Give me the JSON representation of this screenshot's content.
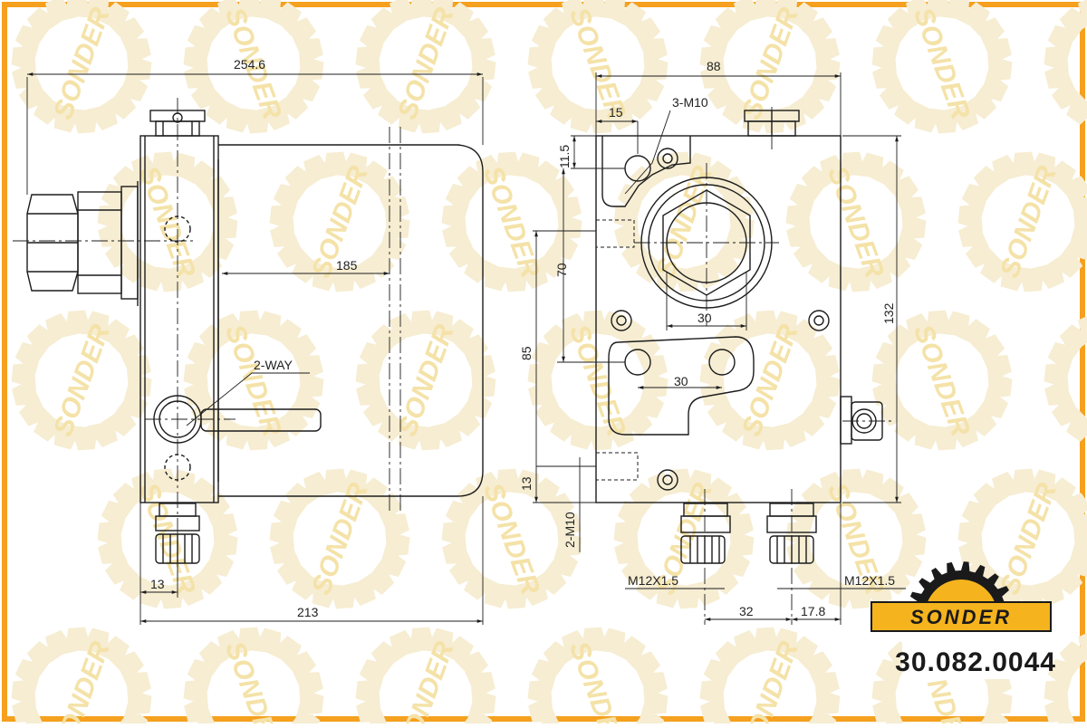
{
  "colors": {
    "frame": "#f5a01e",
    "line": "#1c1c1c",
    "watermark_gear": "#f6edd2",
    "watermark_text": "#f4e2a8",
    "logo_fill": "#f5b41e",
    "logo_text": "#1a1a1a"
  },
  "watermark": {
    "text": "SONDER"
  },
  "logo": {
    "text": "SONDER",
    "icon": "gear-icon"
  },
  "part_number": "30.082.0044",
  "left_view": {
    "dims": {
      "overall_length": "254.6",
      "body_length": "185",
      "base_width": "213",
      "offset": "13"
    },
    "labels": {
      "valve": "2-WAY"
    }
  },
  "right_view": {
    "dims": {
      "width": "88",
      "top_offset": "15",
      "top_hole_offset": "11.5",
      "bore": "30",
      "hole_pitch": "30",
      "height_70": "70",
      "height_85": "85",
      "height_132": "132",
      "bottom_13": "13",
      "port_pitch": "32",
      "port_edge": "17.8"
    },
    "labels": {
      "top_thread": "3-M10",
      "side_thread": "2-M10",
      "port_left": "M12X1.5",
      "port_right": "M12X1.5"
    }
  }
}
